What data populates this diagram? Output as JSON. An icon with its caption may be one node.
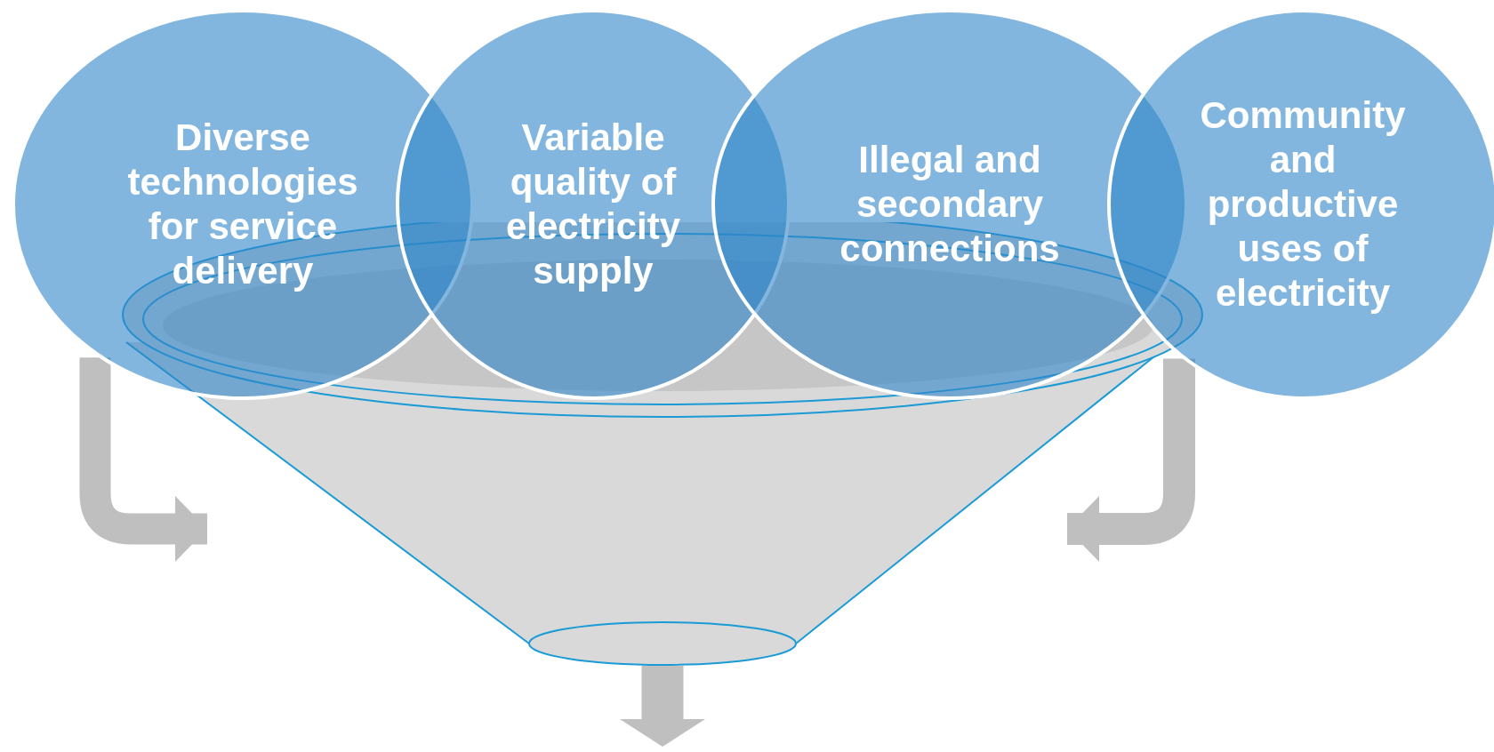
{
  "diagram": {
    "nodes": [
      {
        "text": [
          "Diverse technologies for service delivery"
        ]
      },
      {
        "text": [
          "Variable quality of electricity supply"
        ]
      },
      {
        "text": [
          "Illegal and secondary connections"
        ]
      },
      {
        "text": [
          "Community and productive uses of electricity"
        ]
      },
      {
        "text": [],
        "shape": "funnel"
      }
    ],
    "edges": [
      {
        "from": 0,
        "to": 4,
        "arrow": "to"
      },
      {
        "from": 3,
        "to": 4,
        "arrow": "to"
      },
      {
        "from": 4,
        "to": null,
        "arrow": "to"
      }
    ]
  }
}
